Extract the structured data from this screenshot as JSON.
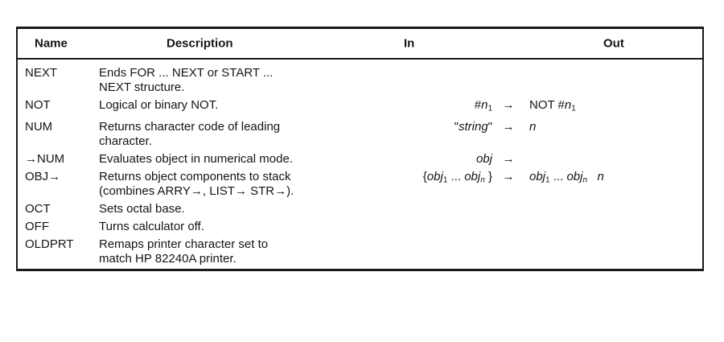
{
  "page": {
    "background": "#ffffff",
    "text_color": "#141414",
    "border_color": "#1a1a1a"
  },
  "table": {
    "headers": {
      "name": "Name",
      "description": "Description",
      "in": "In",
      "out": "Out"
    },
    "rows": [
      {
        "name": "NEXT",
        "desc_lines": [
          "Ends FOR ... NEXT or START ...",
          "NEXT structure."
        ],
        "in_segs": [],
        "arrow": "",
        "out_segs": []
      },
      {
        "name": "NOT",
        "desc_lines": [
          "Logical or binary NOT."
        ],
        "in_segs": [
          {
            "t": "#"
          },
          {
            "t": "n",
            "s": "i"
          },
          {
            "t": "1",
            "s": "sub"
          }
        ],
        "arrow": "→",
        "out_segs": [
          {
            "t": "NOT #"
          },
          {
            "t": "n",
            "s": "i"
          },
          {
            "t": "1",
            "s": "sub"
          }
        ]
      },
      {
        "name": "NUM",
        "desc_lines": [
          "Returns character code of leading",
          "character."
        ],
        "in_segs": [
          {
            "t": "\""
          },
          {
            "t": "string",
            "s": "i"
          },
          {
            "t": "\""
          }
        ],
        "arrow": "→",
        "out_segs": [
          {
            "t": "n",
            "s": "i"
          }
        ]
      },
      {
        "name": "→NUM",
        "desc_lines": [
          "Evaluates object in numerical mode."
        ],
        "in_segs": [
          {
            "t": "obj",
            "s": "i"
          }
        ],
        "arrow": "→",
        "out_segs": []
      },
      {
        "name": "OBJ→",
        "desc_lines": [
          "Returns object components to stack",
          "(combines ARRY→, LIST→ STR→)."
        ],
        "in_segs": [
          {
            "t": "{"
          },
          {
            "t": "obj",
            "s": "i"
          },
          {
            "t": "1",
            "s": "sub"
          },
          {
            "t": " ... "
          },
          {
            "t": "obj",
            "s": "i"
          },
          {
            "t": "n",
            "s": "subi"
          },
          {
            "t": " }"
          }
        ],
        "arrow": "→",
        "out_segs": [
          {
            "t": "obj",
            "s": "i"
          },
          {
            "t": "1",
            "s": "sub"
          },
          {
            "t": " ... "
          },
          {
            "t": "obj",
            "s": "i"
          },
          {
            "t": "n",
            "s": "subi"
          },
          {
            "t": "   "
          },
          {
            "t": "n",
            "s": "i"
          }
        ]
      },
      {
        "name": "OCT",
        "desc_lines": [
          "Sets octal base."
        ],
        "in_segs": [],
        "arrow": "",
        "out_segs": []
      },
      {
        "name": "OFF",
        "desc_lines": [
          "Turns calculator off."
        ],
        "in_segs": [],
        "arrow": "",
        "out_segs": []
      },
      {
        "name": "OLDPRT",
        "desc_lines": [
          "Remaps printer character set to",
          "match HP 82240A printer."
        ],
        "in_segs": [],
        "arrow": "",
        "out_segs": []
      }
    ]
  }
}
